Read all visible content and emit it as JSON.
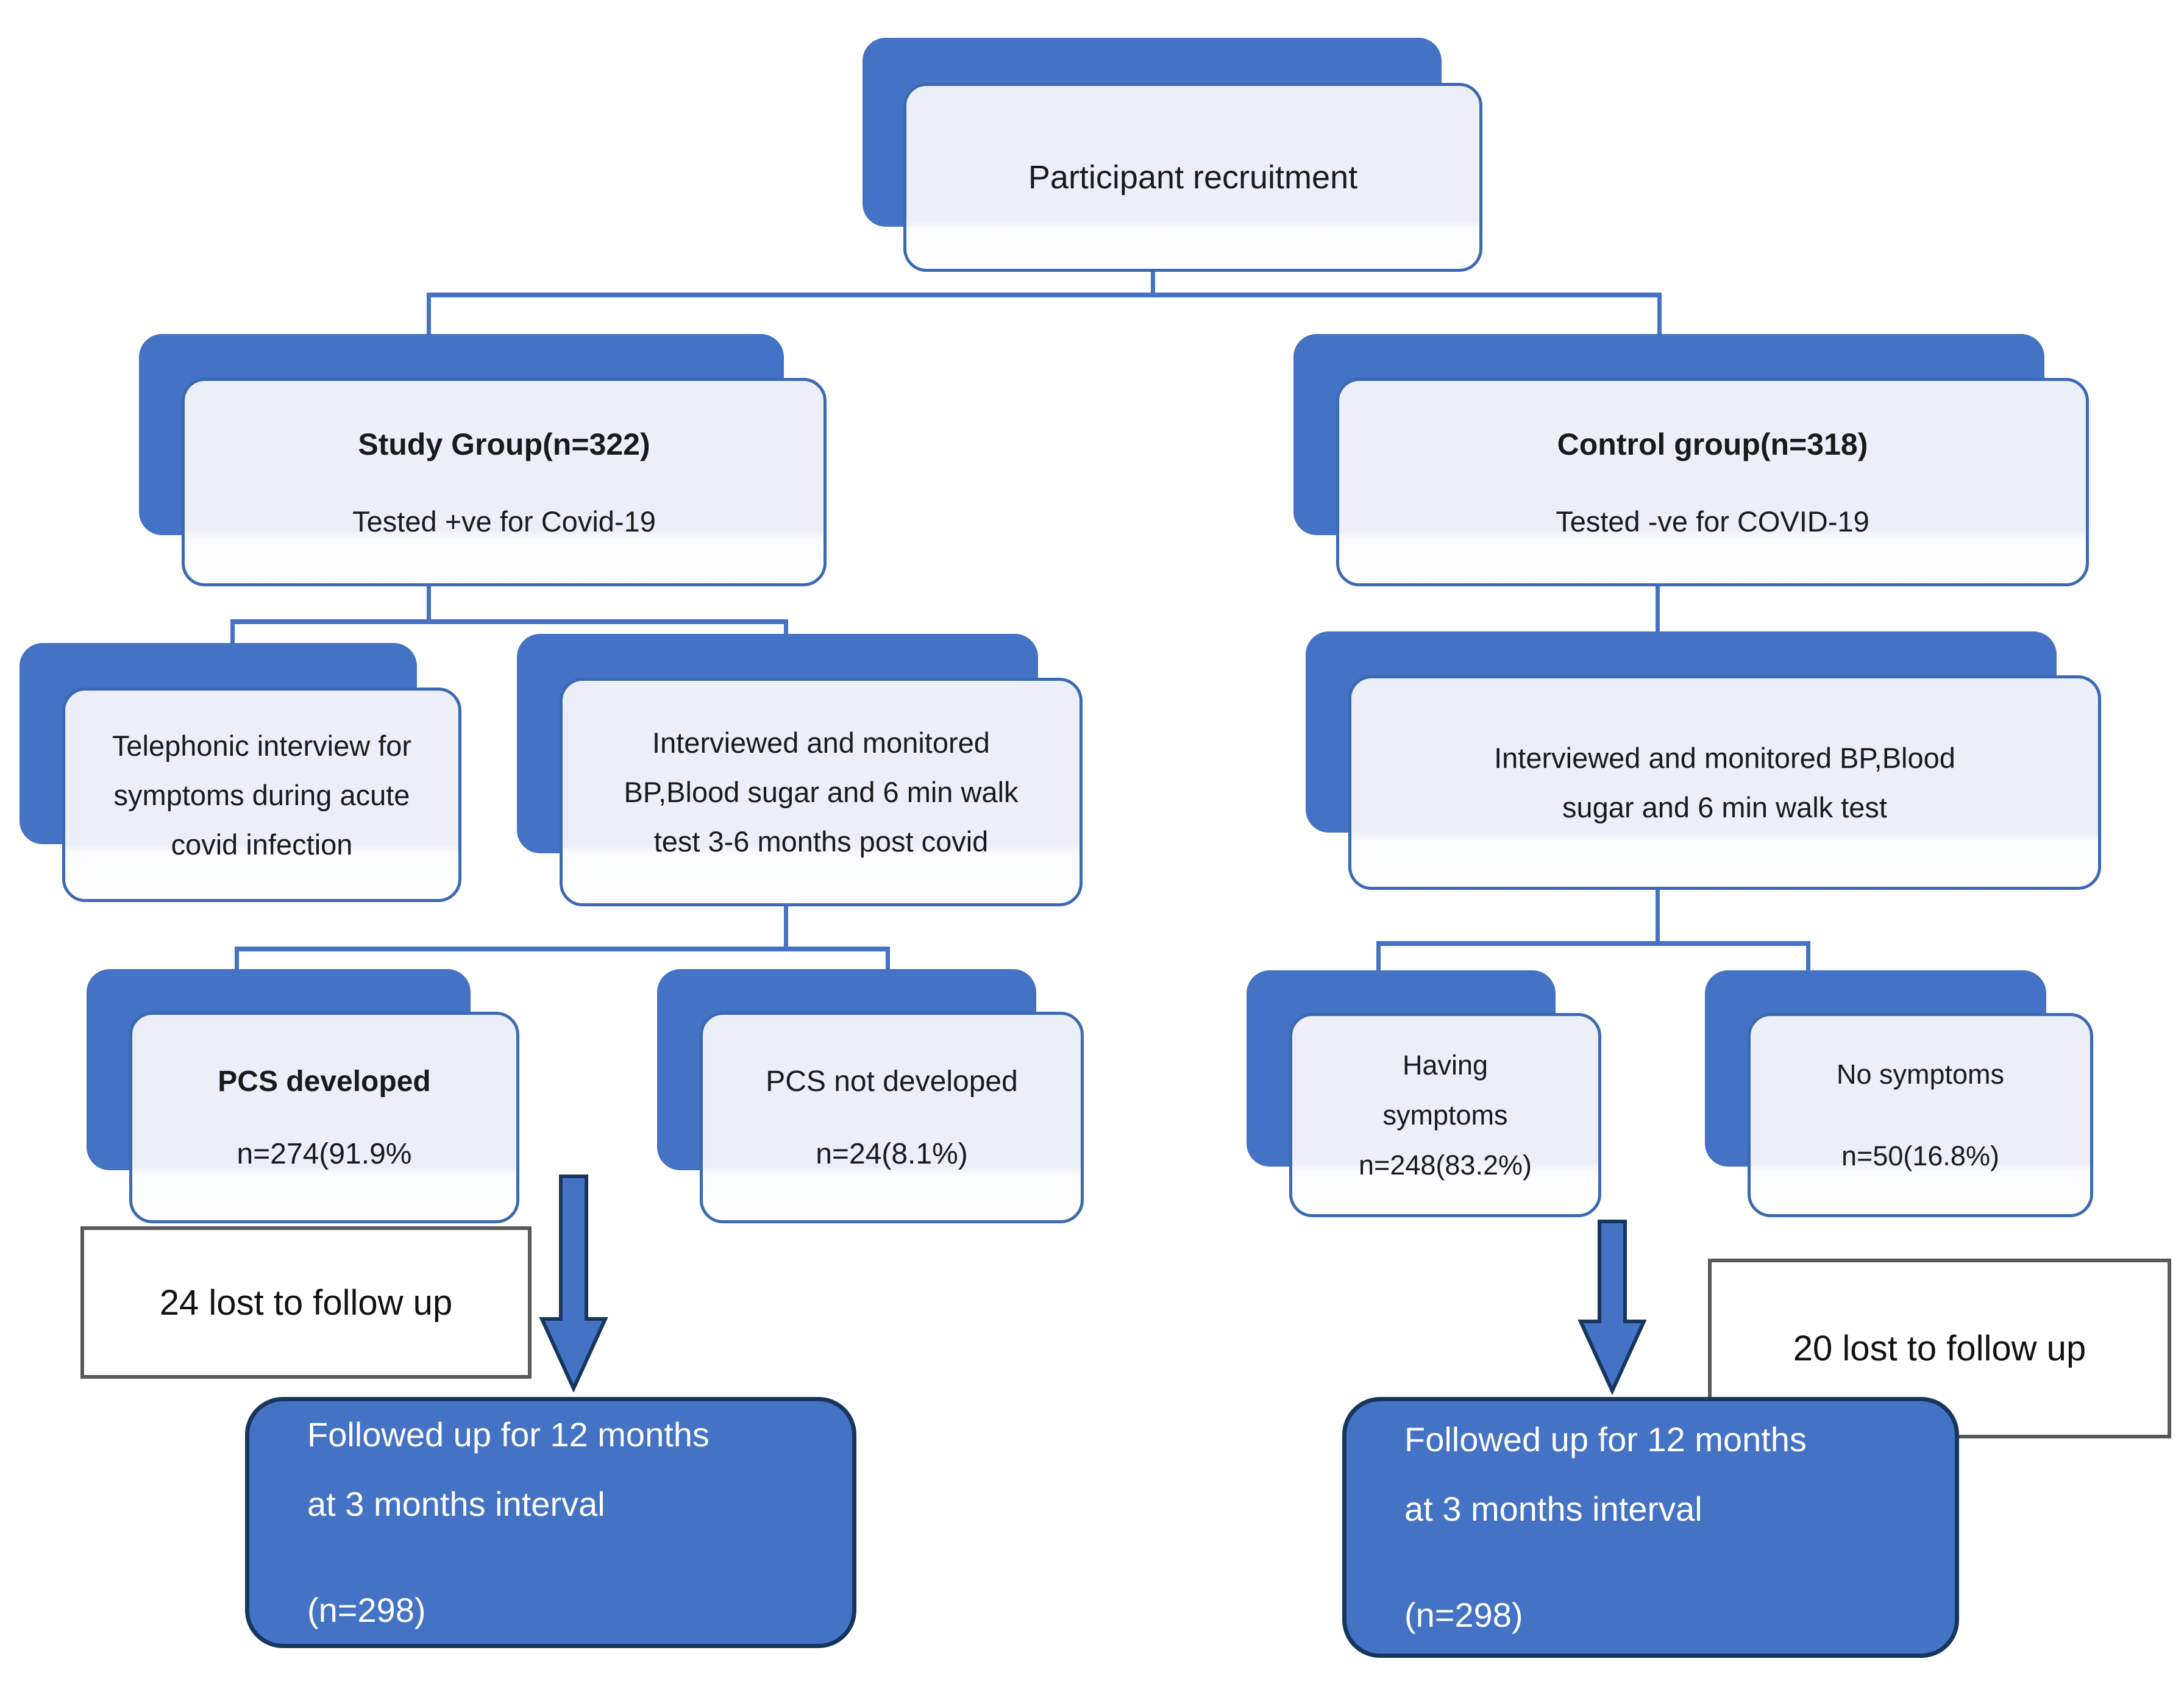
{
  "colors": {
    "accent_blue": "#4472C4",
    "dark_navy": "#17365d",
    "box_border_blue": "#3c69b4",
    "light_box_fill": "#eceff8",
    "label_border_gray": "#595959",
    "text_dark": "#1a1a1a",
    "text_white": "#ffffff"
  },
  "boxes": {
    "recruitment": {
      "text": "Participant recruitment"
    },
    "study": {
      "title": "Study Group(n=322)",
      "subtitle": "Tested +ve for Covid-19"
    },
    "control": {
      "title": "Control group(n=318)",
      "subtitle": "Tested -ve for COVID-19"
    },
    "telephonic": {
      "line1": "Telephonic interview for",
      "line2": "symptoms during acute",
      "line3": "covid infection"
    },
    "monitored_study": {
      "line1": "Interviewed and monitored",
      "line2": "BP,Blood sugar and 6 min walk",
      "line3": "test 3-6 months post covid"
    },
    "monitored_control": {
      "line1": "Interviewed and monitored BP,Blood",
      "line2": "sugar and 6 min walk test"
    },
    "pcs_developed": {
      "title": "PCS developed",
      "value": "n=274(91.9%"
    },
    "pcs_not_developed": {
      "title": "PCS not developed",
      "value": "n=24(8.1%)"
    },
    "having_symptoms": {
      "line1": "Having",
      "line2": "symptoms",
      "line3": "n=248(83.2%)"
    },
    "no_symptoms": {
      "line1": "No symptoms",
      "line2": "n=50(16.8%)"
    },
    "lost_study": {
      "text": "24 lost to follow up"
    },
    "lost_control": {
      "text": "20 lost to follow up"
    },
    "followup_study": {
      "line1": "Followed up for 12 months",
      "line2": "at 3 months interval",
      "line3": "(n=298)"
    },
    "followup_control": {
      "line1": "Followed up for 12 months",
      "line2": "at 3 months interval",
      "line3": "(n=298)"
    }
  }
}
